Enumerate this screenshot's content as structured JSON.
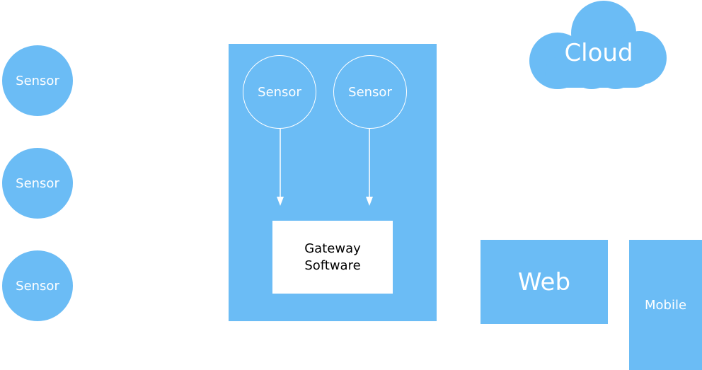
{
  "colors": {
    "node_fill": "#6bbcf5",
    "gateway_inner": "#ffffff",
    "text_light": "#ffffff",
    "text_dark": "#000000",
    "arrow": "#ffffff"
  },
  "external_sensors": [
    {
      "label": "Sensor"
    },
    {
      "label": "Sensor"
    },
    {
      "label": "Sensor"
    }
  ],
  "gateway": {
    "sensors": [
      {
        "label": "Sensor"
      },
      {
        "label": "Sensor"
      }
    ],
    "software_label": "Gateway\nSoftware"
  },
  "cloud": {
    "label": "Cloud"
  },
  "clients": {
    "web_label": "Web",
    "mobile_label": "Mobile"
  }
}
